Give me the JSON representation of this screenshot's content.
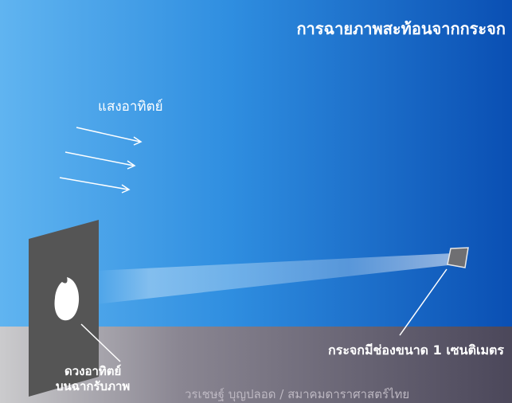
{
  "title": "การฉายภาพสะท้อนจากกระจก",
  "labels": {
    "sunlight": "แสงอาทิตย์",
    "mirror": "กระจกมีช่องขนาด 1 เซนติเมตร",
    "screen_line1": "ดวงอาทิตย์",
    "screen_line2": "บนฉากรับภาพ",
    "credit": "วรเชษฐ์ บุญปลอด / สมาคมดาราศาสตร์ไทย"
  },
  "colors": {
    "sky_light": "#5fb2ef",
    "sky_dark": "#0a4fb3",
    "ground_light": "#c9c9cb",
    "ground_dark": "#4e4a5c",
    "screen": "#555555",
    "beam": "#ffffff"
  }
}
